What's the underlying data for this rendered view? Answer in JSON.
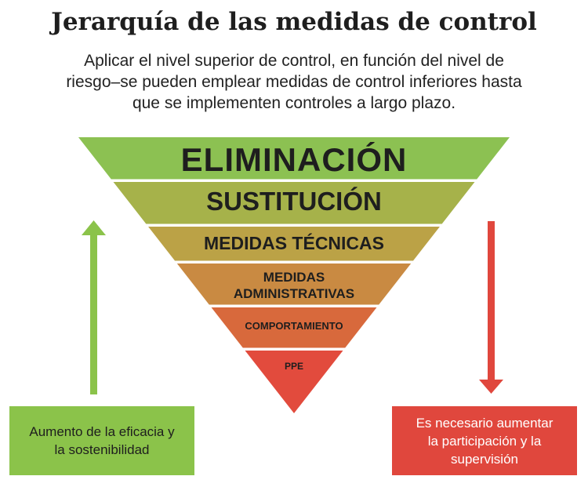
{
  "title": "Jerarquía de las medidas de control",
  "subtitle_lines": [
    "Aplicar el nivel superior de control, en función del nivel de",
    "riesgo–se pueden emplear medidas de control inferiores hasta",
    "que se implementen controles a largo plazo."
  ],
  "levels": [
    {
      "label": "ELIMINACIÓN",
      "color": "#8cc152"
    },
    {
      "label": "SUSTITUCIÓN",
      "color": "#a6b24a"
    },
    {
      "label": "MEDIDAS TÉCNICAS",
      "color": "#bba246"
    },
    {
      "label_line1": "MEDIDAS",
      "label_line2": "ADMINISTRATIVAS",
      "color": "#c98a42"
    },
    {
      "label": "COMPORTAMIENTO",
      "color": "#d8693c"
    },
    {
      "label": "PPE",
      "color": "#e24b3d"
    }
  ],
  "left_box": {
    "line1": "Aumento de la eficacia y",
    "line2": "la sostenibilidad",
    "color": "#8bc34a"
  },
  "right_box": {
    "line1": "Es necesario aumentar",
    "line2": "la participación y la",
    "line3": "supervisión",
    "color": "#e0473d"
  }
}
